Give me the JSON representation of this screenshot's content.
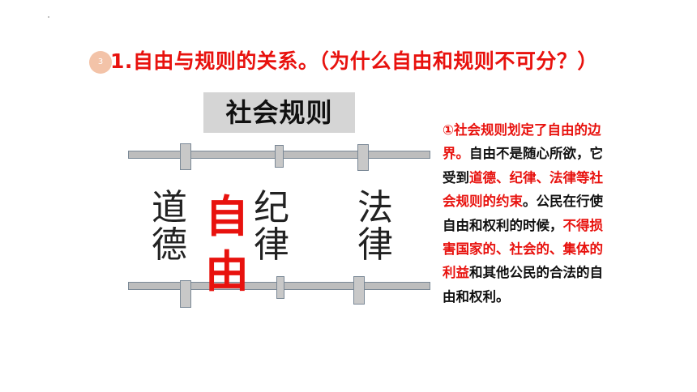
{
  "slide": {
    "number": "3",
    "title": "1.自由与规则的关系。（为什么自由和规则不可分？）"
  },
  "diagram": {
    "rules_label": "社会规则",
    "labels": [
      {
        "key": "morality",
        "text": "道德"
      },
      {
        "key": "discipline",
        "text": "纪律"
      },
      {
        "key": "law",
        "text": "法律"
      }
    ],
    "freedom_label": "自由"
  },
  "explanation": {
    "segments": [
      {
        "text": "①社会规则划定了自由的边界。",
        "style": "red"
      },
      {
        "text": "自由不是随心所欲，它受到",
        "style": "normal"
      },
      {
        "text": "道德、纪律、法律等社会规则的约束",
        "style": "red"
      },
      {
        "text": "。公民在行使自由和权利的时候，",
        "style": "normal"
      },
      {
        "text": "不得损害国家的、社会的、集体的利益",
        "style": "red"
      },
      {
        "text": "和其他公民的合法的自由和权利。",
        "style": "normal"
      }
    ]
  },
  "colors": {
    "accent_red": "#e8120e",
    "badge": "#f3c3a8",
    "label_box": "#d5d5d5",
    "rail": "#bdbdbd",
    "rail_border": "#7a8896"
  }
}
